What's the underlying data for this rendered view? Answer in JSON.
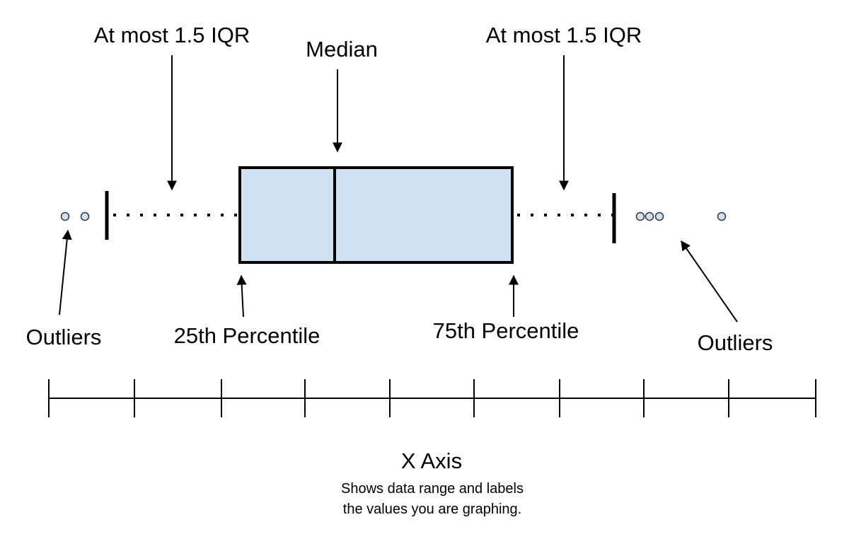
{
  "labels": {
    "whisker_left": "At most 1.5 IQR",
    "median": "Median",
    "whisker_right": "At most 1.5 IQR",
    "outliers_left": "Outliers",
    "q1": "25th Percentile",
    "q3": "75th Percentile",
    "outliers_right": "Outliers"
  },
  "axis": {
    "title": "X Axis",
    "caption_line1": "Shows data range and labels",
    "caption_line2": "the values you are graphing."
  },
  "colors": {
    "box_fill": "#cfe2f3",
    "outline": "#000000",
    "outlier_fill": "#cfe2f3"
  },
  "shapes": {
    "box": "box-icon",
    "whisker_cap": "whisker-cap-icon",
    "outlier": "circle-icon",
    "arrow": "arrow-icon"
  }
}
